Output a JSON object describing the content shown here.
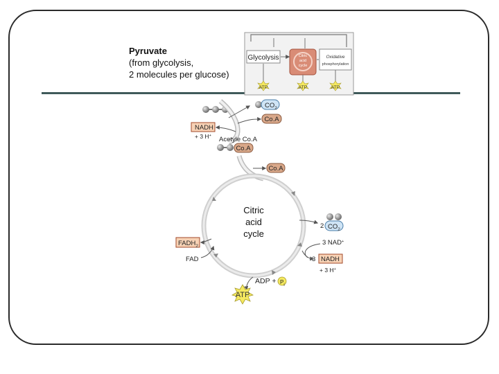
{
  "title": {
    "line1": "Pyruvate",
    "line2": "(from glycolysis,",
    "line3": "2 molecules per glucose)"
  },
  "inset": {
    "glycolysis": "Glycolysis",
    "citric_acid_cycle_l1": "Citric",
    "citric_acid_cycle_l2": "acid",
    "citric_acid_cycle_l3": "cycle",
    "oxidative_l1": "Oxidative",
    "oxidative_l2": "phosphorylation",
    "atp1": "ATP",
    "atp2": "ATP",
    "atp3": "ATP"
  },
  "pathway": {
    "co2_label": "CO",
    "co2_sub": "2",
    "coa_label": "Co.A",
    "nadh_label": "NADH",
    "h_plus_label": "+ 3 H",
    "acetyl_coa": "Acetyle Co.A",
    "coa_bound": "Co.A",
    "coa_released": "Co.A",
    "cycle_l1": "Citric",
    "cycle_l2": "acid",
    "cycle_l3": "cycle",
    "co2_out_prefix": "2",
    "co2_out_label": "CO",
    "co2_out_sub": "2",
    "nad_label": "3 NAD",
    "nadh_out_prefix": "3",
    "nadh_out_label": "NADH",
    "h_out_label": "+ 3 H",
    "fadh2_label": "FADH",
    "fadh2_sub": "2",
    "fad_label": "FAD",
    "adp_label": "ADP +",
    "pi_label": "P",
    "pi_sub": "i",
    "atp_label": "ATP"
  },
  "colors": {
    "nadh_fill": "#f7d2b5",
    "co2_fill": "#cfe4f5",
    "coa_fill": "#d9a88a",
    "cycle_stroke": "#cfcfcf",
    "atp_star": "#f5e960",
    "rule": "#3f5a5a"
  }
}
